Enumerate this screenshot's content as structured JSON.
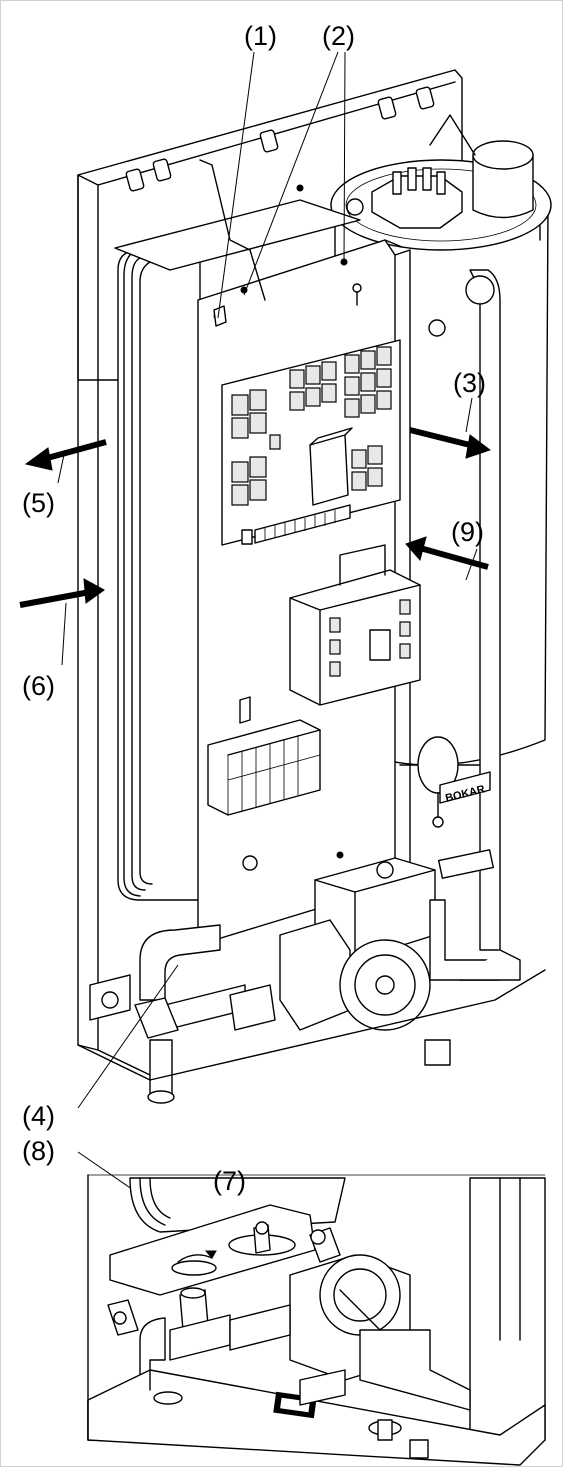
{
  "callouts": [
    {
      "id": "1",
      "text": "(1)"
    },
    {
      "id": "2",
      "text": "(2)"
    },
    {
      "id": "3",
      "text": "(3)"
    },
    {
      "id": "4",
      "text": "(4)"
    },
    {
      "id": "5",
      "text": "(5)"
    },
    {
      "id": "6",
      "text": "(6)"
    },
    {
      "id": "7",
      "text": "(7)"
    },
    {
      "id": "8",
      "text": "(8)"
    },
    {
      "id": "9",
      "text": "(9)"
    }
  ],
  "plate_label": "BOKAR"
}
